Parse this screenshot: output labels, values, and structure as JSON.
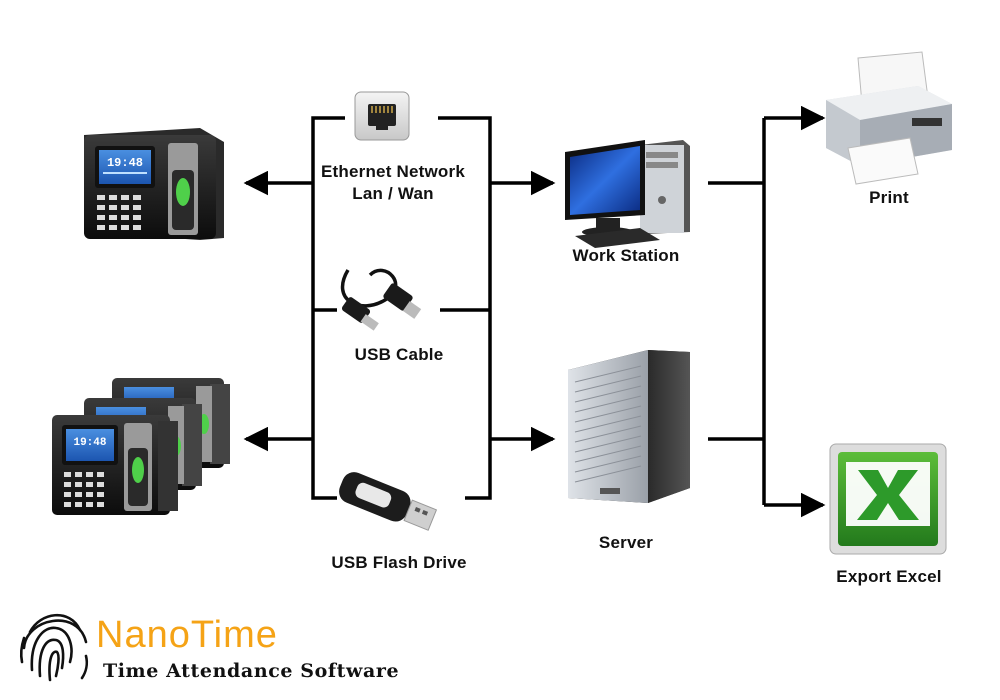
{
  "nodes": {
    "ethernet": {
      "line1": "Ethernet Network",
      "line2": "Lan / Wan",
      "icon": "ethernet-port-icon"
    },
    "usb_cable": {
      "label": "USB Cable",
      "icon": "usb-cable-icon"
    },
    "usb_flash": {
      "label": "USB Flash Drive",
      "icon": "usb-flash-drive-icon"
    },
    "workstation": {
      "label": "Work Station",
      "icon": "desktop-computer-icon"
    },
    "server": {
      "label": "Server",
      "icon": "server-tower-icon"
    },
    "print": {
      "label": "Print",
      "icon": "printer-icon"
    },
    "excel": {
      "label": "Export Excel",
      "icon": "excel-icon"
    },
    "device_single": {
      "icon": "time-attendance-terminal-icon",
      "screen_time": "19:48"
    },
    "device_group": {
      "icon": "time-attendance-terminal-group-icon",
      "screen_time": "19:48"
    }
  },
  "brand": {
    "name": "NanoTime",
    "tagline": "Time Attendance Software",
    "color": "#f5a316",
    "logo_icon": "fingerprint-icon"
  },
  "colors": {
    "connector": "#000000",
    "excel_green": "#3a9a2c"
  }
}
